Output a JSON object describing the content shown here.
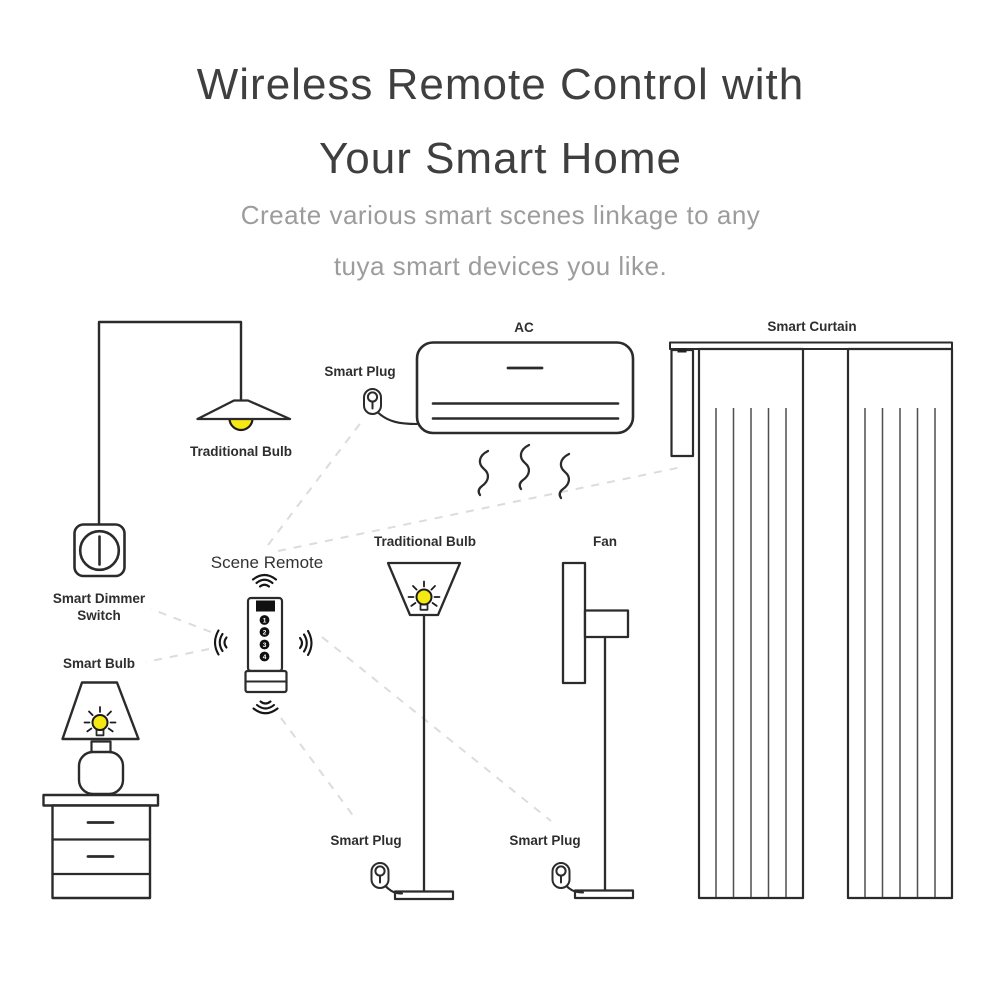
{
  "header": {
    "title_line1": "Wireless Remote Control with",
    "title_line2": "Your Smart Home",
    "subtitle_line1": "Create various smart scenes linkage to any",
    "subtitle_line2": "tuya smart devices you like."
  },
  "devices": {
    "pendant_lamp_label": "Traditional Bulb",
    "dimmer_label_line1": "Smart Dimmer",
    "dimmer_label_line2": "Switch",
    "smart_bulb_label": "Smart Bulb",
    "scene_remote_label": "Scene Remote",
    "remote_buttons": [
      "1",
      "2",
      "3",
      "4"
    ],
    "ac_label": "AC",
    "ac_plug_label": "Smart Plug",
    "curtain_label": "Smart Curtain",
    "floor_lamp_label": "Traditional Bulb",
    "fan_label": "Fan",
    "lamp_plug_label": "Smart Plug",
    "fan_plug_label": "Smart Plug"
  },
  "colors": {
    "bulb_yellow": "#f5e913",
    "line": "#2b2b2b",
    "dashed_link": "#dcdcdc",
    "title_text": "#3f3f3f",
    "subtitle_text": "#9c9c9c",
    "label_text": "#2e2e2e"
  }
}
